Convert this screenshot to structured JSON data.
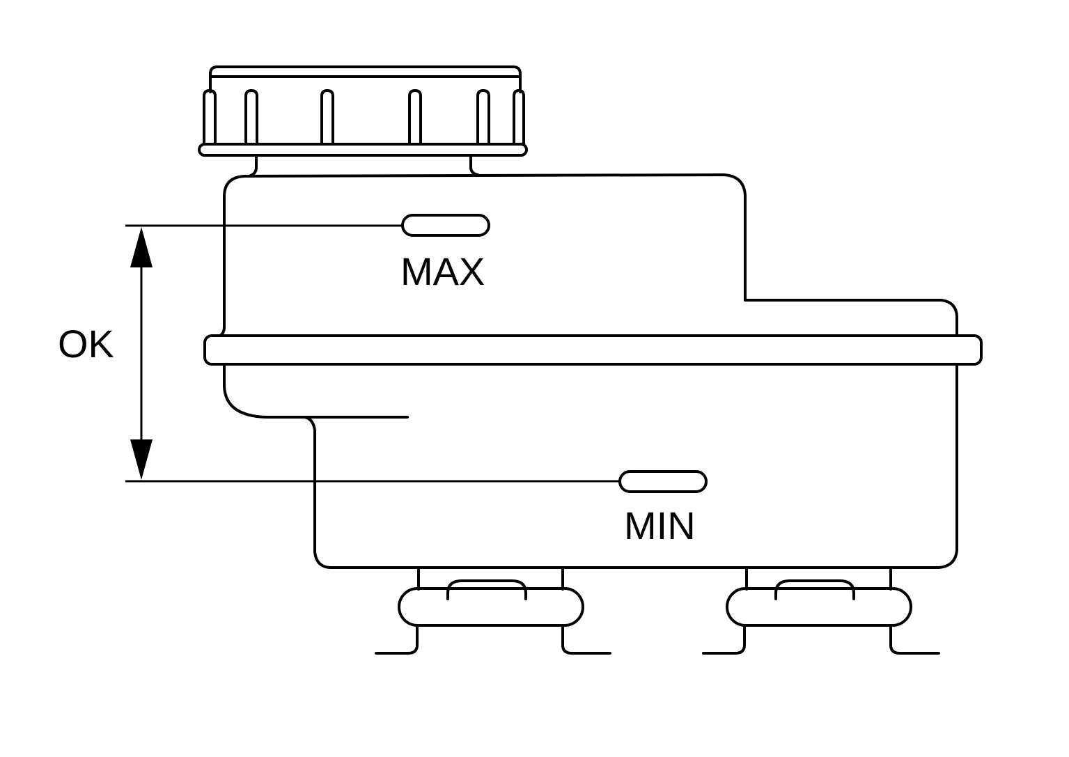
{
  "diagram": {
    "labels": {
      "max": "MAX",
      "min": "MIN",
      "ok": "OK"
    },
    "colors": {
      "stroke": "#000000",
      "background": "#ffffff"
    }
  }
}
